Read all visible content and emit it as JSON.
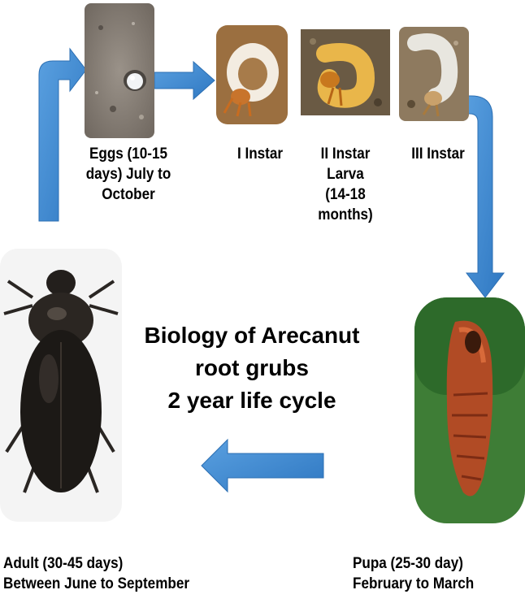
{
  "stages": {
    "eggs": "Eggs (10-15\ndays) July to\nOctober",
    "instar1": "I Instar",
    "instar2": "II Instar\nLarva\n(14-18\nmonths)",
    "instar3": "III Instar"
  },
  "title": {
    "line1": "Biology of Arecanut",
    "line2": "root grubs",
    "line3": "2 year life cycle"
  },
  "adult": {
    "line1": "Adult (30-45 days)",
    "line2": "Between June to September"
  },
  "pupa": {
    "line1": "Pupa (25-30 day)",
    "line2": "February to March"
  },
  "colors": {
    "arrow": "#3f86cf",
    "arrow_edge": "#2c6fb3"
  }
}
